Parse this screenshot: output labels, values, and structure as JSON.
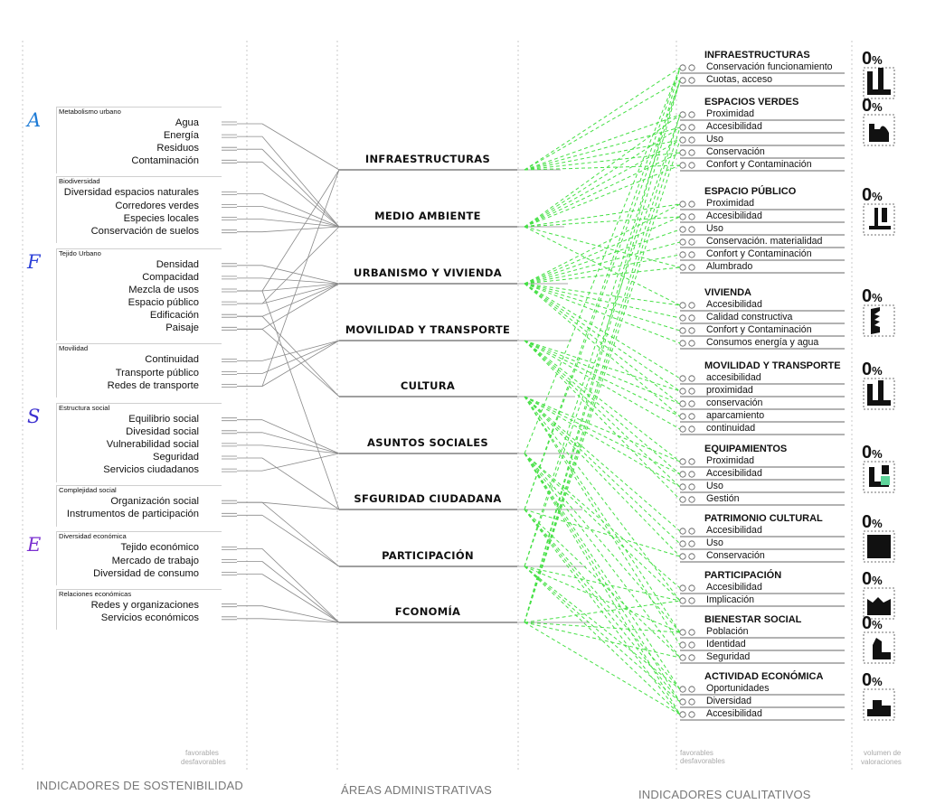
{
  "left": {
    "groups": [
      {
        "letter": "A",
        "letter_color": "#1e7bd6",
        "categories": [
          {
            "name": "Metabolismo urbano",
            "items": [
              "Agua",
              "Energía",
              "Residuos",
              "Contaminación"
            ]
          },
          {
            "name": "Biodiversidad",
            "items": [
              "Diversidad espacios naturales",
              "Corredores verdes",
              "Especies locales",
              "Conservación de suelos"
            ]
          }
        ]
      },
      {
        "letter": "F",
        "letter_color": "#2b3fd8",
        "categories": [
          {
            "name": "Tejido Urbano",
            "items": [
              "Densidad",
              "Compacidad",
              "Mezcla de usos",
              "Espacio público",
              "Edificación",
              "Paisaje"
            ]
          },
          {
            "name": "Movilidad",
            "items": [
              "Continuidad",
              "Transporte público",
              "Redes de transporte"
            ]
          }
        ]
      },
      {
        "letter": "S",
        "letter_color": "#3b2fd0",
        "categories": [
          {
            "name": "Estructura social",
            "items": [
              "Equilibrio social",
              "Divesidad social",
              "Vulnerabilidad social",
              "Seguridad",
              "Servicios ciudadanos"
            ]
          },
          {
            "name": "Complejidad social",
            "items": [
              "Organización social",
              "Instrumentos de participación"
            ]
          }
        ]
      },
      {
        "letter": "E",
        "letter_color": "#7a2fd0",
        "categories": [
          {
            "name": "Diversidad económica",
            "items": [
              "Tejido económico",
              "Mercado de trabajo",
              "Diversidad de consumo"
            ]
          },
          {
            "name": "Relaciones económicas",
            "items": [
              "Redes y organizaciones",
              "Servicios económicos"
            ]
          }
        ]
      }
    ],
    "favorables": "favorables",
    "desfavorables": "desfavorables",
    "footer": "INDICADORES DE SOSTENIBILIDAD"
  },
  "middle": {
    "areas": [
      "INFRAESTRUCTURAS",
      "MEDIO AMBIENTE",
      "URBANISMO Y VIVIENDA",
      "MOVILIDAD Y TRANSPORTE",
      "CULTURA",
      "ASUNTOS SOCIALES",
      "SFGURIDAD CIUDADANA",
      "PARTICIPACIÓN",
      "FCONOMÍA"
    ],
    "footer": "ÁREAS ADMINISTRATIVAS"
  },
  "right": {
    "groups": [
      {
        "title": "INFRAESTRUCTURAS",
        "items": [
          "Conservación funcionamiento",
          "Cuotas, acceso"
        ],
        "pct": "0",
        "pct_sign": "%"
      },
      {
        "title": "ESPACIOS VERDES",
        "items": [
          "Proximidad",
          "Accesibilidad",
          "Uso",
          "Conservación",
          "Confort y Contaminación"
        ],
        "pct": "0",
        "pct_sign": "%"
      },
      {
        "title": "ESPACIO PÚBLICO",
        "items": [
          "Proximidad",
          "Accesibilidad",
          "Uso",
          "Conservación. materialidad",
          "Confort y Contaminación",
          "Alumbrado"
        ],
        "pct": "0",
        "pct_sign": "%"
      },
      {
        "title": "VIVIENDA",
        "items": [
          "Accesibilidad",
          "Calidad constructiva",
          "Confort y Contaminación",
          "Consumos energía y agua"
        ],
        "pct": "0",
        "pct_sign": "%"
      },
      {
        "title": "MOVILIDAD Y TRANSPORTE",
        "items": [
          "accesibilidad",
          "proximidad",
          "conservación",
          "aparcamiento",
          "continuidad"
        ],
        "pct": "0",
        "pct_sign": "%"
      },
      {
        "title": "EQUIPAMIENTOS",
        "items": [
          "Proximidad",
          "Accesibilidad",
          "Uso",
          "Gestión"
        ],
        "pct": "0",
        "pct_sign": "%"
      },
      {
        "title": "PATRIMONIO CULTURAL",
        "items": [
          "Accesibilidad",
          "Uso",
          "Conservación"
        ],
        "pct": "0",
        "pct_sign": "%"
      },
      {
        "title": "PARTICIPACIÓN",
        "items": [
          "Accesibilidad",
          "Implicación"
        ],
        "pct": "0",
        "pct_sign": "%"
      },
      {
        "title": "BIENESTAR SOCIAL",
        "items": [
          "Población",
          "Identidad",
          "Seguridad"
        ],
        "pct": "0",
        "pct_sign": "%"
      },
      {
        "title": "ACTIVIDAD ECONÓMICA",
        "items": [
          "Oportunidades",
          "Diversidad",
          "Accesibilidad"
        ],
        "pct": "0",
        "pct_sign": "%"
      }
    ],
    "favorables": "favorables",
    "desfavorables": "desfavorables",
    "volumen": "volumen de",
    "valoraciones": "valoraciones",
    "footer": "INDICADORES CUALITATIVOS"
  },
  "colors": {
    "grey_line": "#8a8a8a",
    "green_dash": "#46e046",
    "accent_icon": "#5ed49a"
  }
}
